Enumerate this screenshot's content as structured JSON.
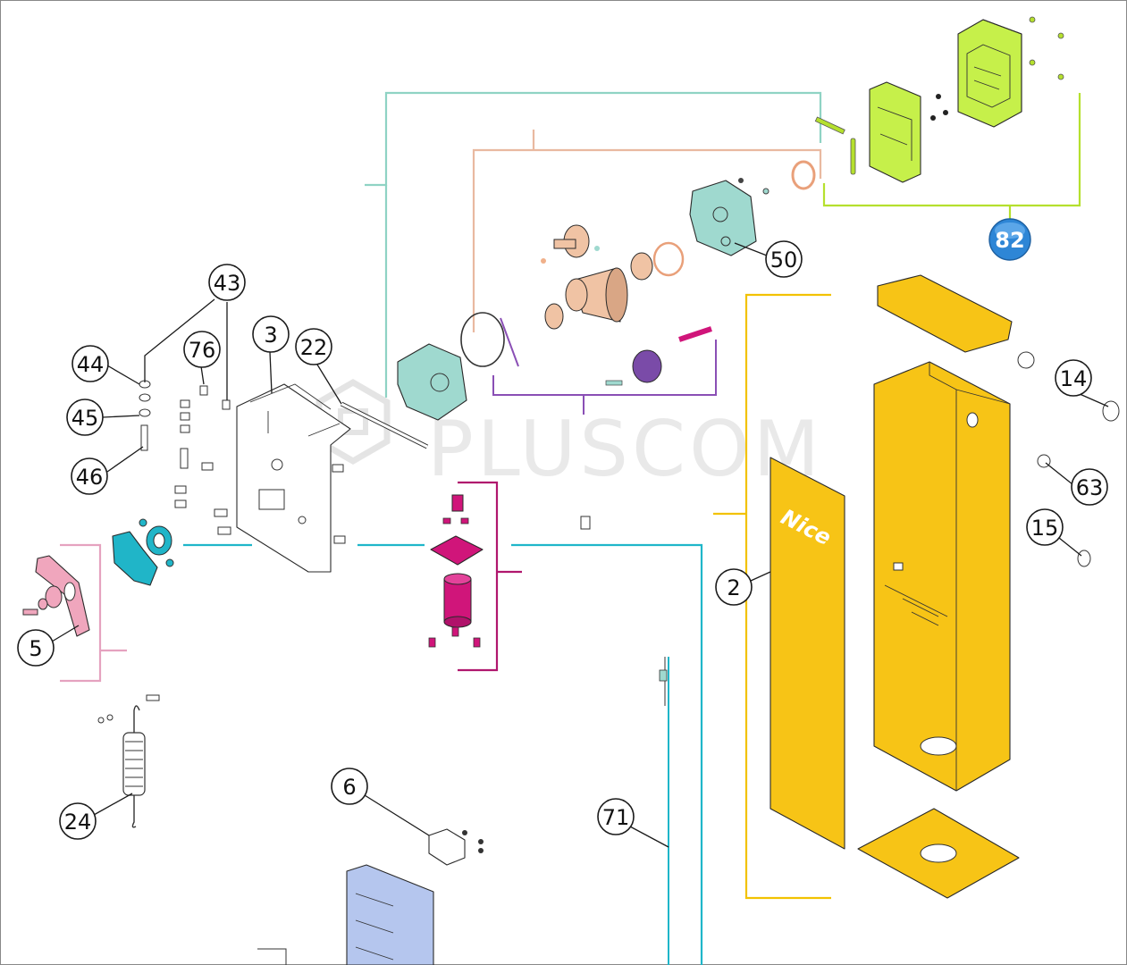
{
  "diagram": {
    "watermark_text": "PLUSCOM",
    "brand_on_panel": "Nice",
    "callouts": [
      {
        "id": "c43",
        "label": "43"
      },
      {
        "id": "c44",
        "label": "44"
      },
      {
        "id": "c45",
        "label": "45"
      },
      {
        "id": "c46",
        "label": "46"
      },
      {
        "id": "c76",
        "label": "76"
      },
      {
        "id": "c3",
        "label": "3"
      },
      {
        "id": "c22",
        "label": "22"
      },
      {
        "id": "c50",
        "label": "50"
      },
      {
        "id": "c82",
        "label": "82"
      },
      {
        "id": "c14",
        "label": "14"
      },
      {
        "id": "c63",
        "label": "63"
      },
      {
        "id": "c15",
        "label": "15"
      },
      {
        "id": "c2",
        "label": "2"
      },
      {
        "id": "c5",
        "label": "5"
      },
      {
        "id": "c24",
        "label": "24"
      },
      {
        "id": "c6",
        "label": "6"
      },
      {
        "id": "c71",
        "label": "71"
      }
    ],
    "colors": {
      "teal_bracket": "#8fd3c4",
      "salmon_bracket": "#e9b9a0",
      "purple_bracket": "#8a4fb5",
      "green_bracket": "#b5e02e",
      "yellow_bracket": "#f2c200",
      "pink_bracket": "#e5a2bf",
      "magenta_bracket": "#b0176e",
      "cyan_line": "#1fb6c9",
      "yellow_parts": "#f7c416",
      "green_parts": "#c6f04a",
      "teal_parts": "#9fd9cf",
      "motor_magenta": "#d0157a",
      "blue_board": "#b5c6ee",
      "badge_82": "#2e86d6"
    }
  }
}
